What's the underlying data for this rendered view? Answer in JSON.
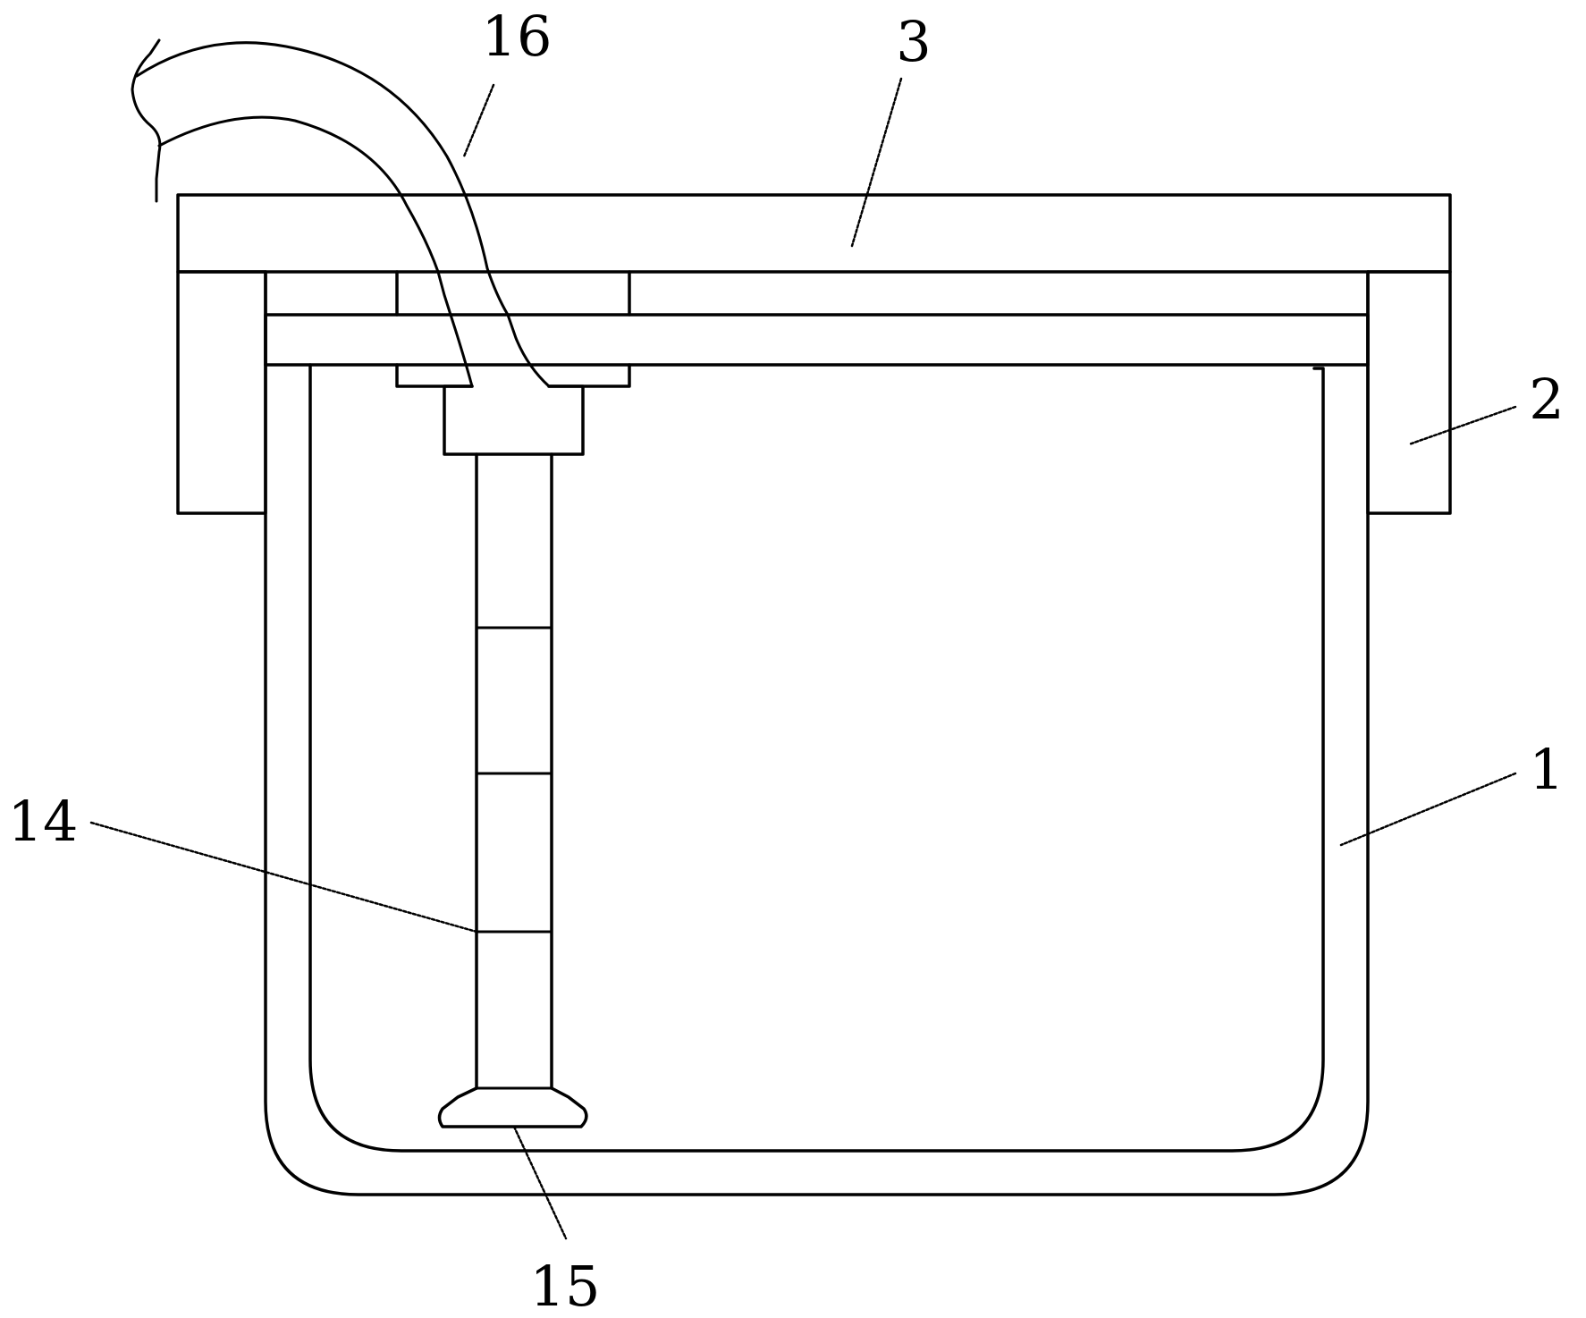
{
  "labels": {
    "l1": "1",
    "l2": "2",
    "l3": "3",
    "l14": "14",
    "l15": "15",
    "l16": "16"
  }
}
